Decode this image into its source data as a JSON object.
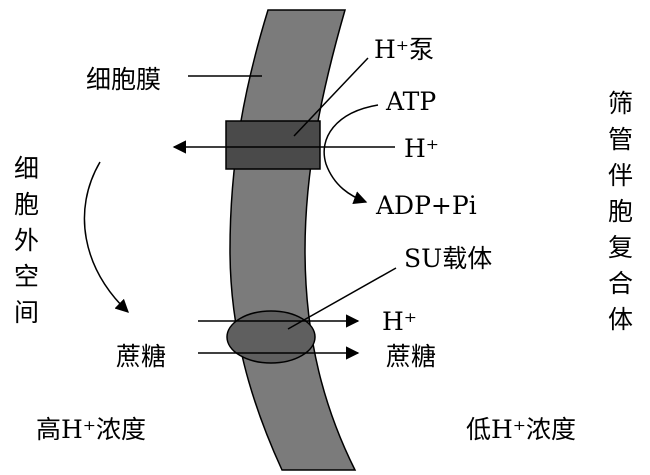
{
  "labels": {
    "membrane": "细胞膜",
    "h_pump": "H⁺泵",
    "atp": "ATP",
    "h_pump_out": "H⁺",
    "adp_pi": "ADP+Pi",
    "su_carrier": "SU载体",
    "h_in": "H⁺",
    "sucrose_left": "蔗糖",
    "sucrose_right": "蔗糖",
    "high_h": "高H⁺浓度",
    "low_h": "低H⁺浓度"
  },
  "vertical_labels": {
    "extracellular": [
      "细",
      "胞",
      "外",
      "空",
      "间"
    ],
    "companion_cell": [
      "筛",
      "管",
      "伴",
      "胞",
      "复",
      "合",
      "体"
    ]
  },
  "colors": {
    "membrane": "#7b7b7b",
    "pump": "#4a4a4a",
    "carrier": "#5f5f5f",
    "line": "#000000"
  }
}
